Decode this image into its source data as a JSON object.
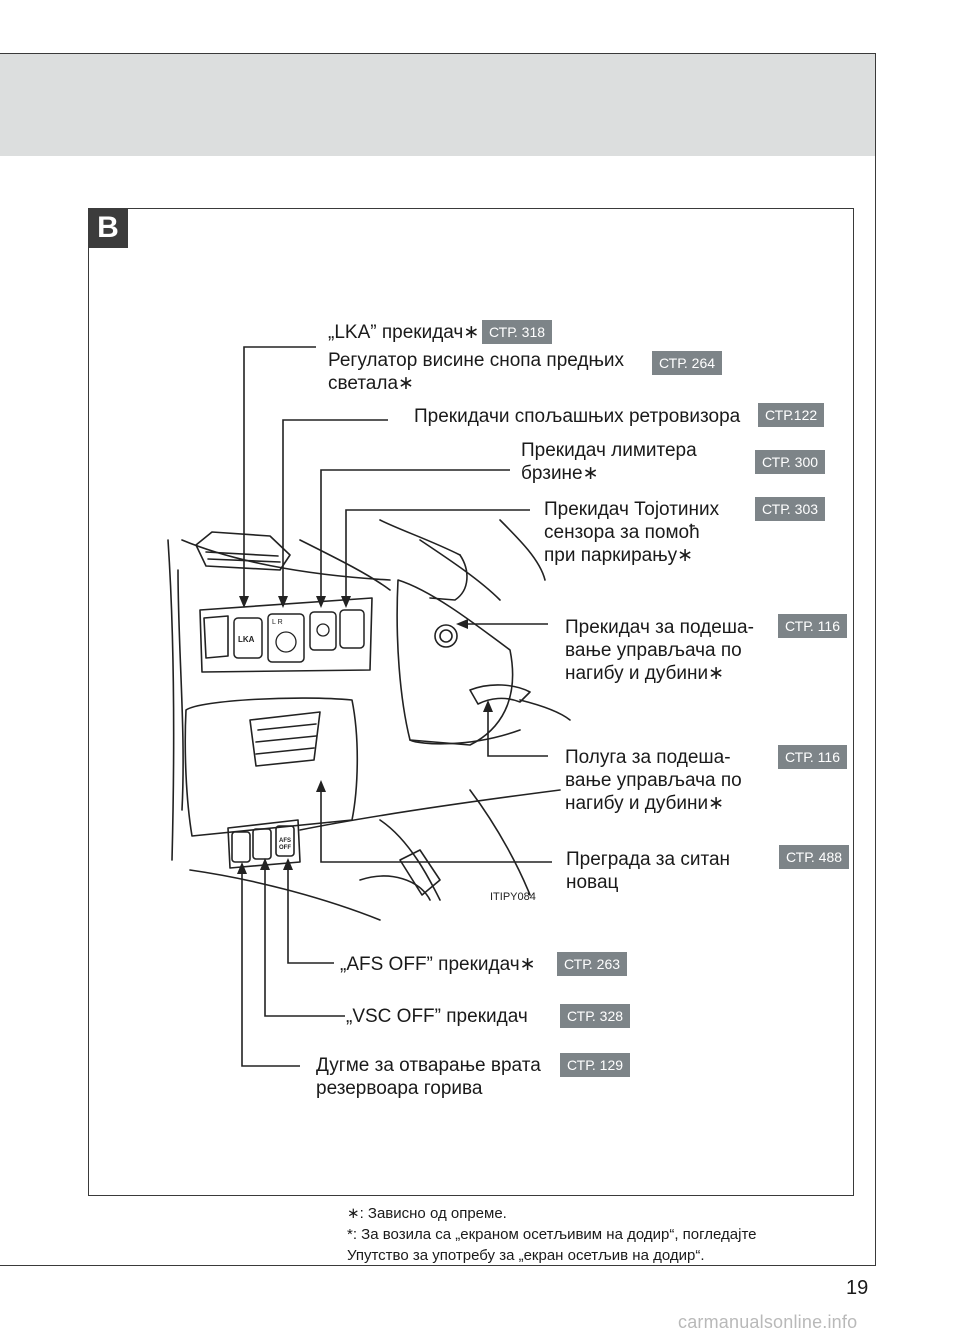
{
  "section": {
    "badge": "B"
  },
  "figure": {
    "code": "ITIPY084"
  },
  "callouts": [
    {
      "label": "„LKA” прекидач∗",
      "ref": "СТР. 318"
    },
    {
      "label": "Регулатор висине снопа предњих\nсветала∗",
      "ref": "СТР. 264"
    },
    {
      "label": "Прекидачи спољашњих ретровизора",
      "ref": "СТР.122"
    },
    {
      "label": "Прекидач лимитера\nбрзине∗",
      "ref": "СТР. 300"
    },
    {
      "label": "Прекидач Тојотиних\nсензора за помоћ\nпри паркирању∗",
      "ref": "СТР. 303"
    },
    {
      "label": "Прекидач за подеша-\nвање управљача по\nнагибу и дубини∗",
      "ref": "СТР. 116"
    },
    {
      "label": "Полуга за подеша-\nвање управљача по\nнагибу и дубини∗",
      "ref": "СТР. 116"
    },
    {
      "label": "Преграда за ситан\nновац",
      "ref": "СТР. 488"
    },
    {
      "label": "„AFS OFF” прекидач∗",
      "ref": "СТР. 263"
    },
    {
      "label": "„VSC OFF” прекидач",
      "ref": "СТР. 328"
    },
    {
      "label": "Дугме за отварање врата\nрезервоара горива",
      "ref": "СТР. 129"
    }
  ],
  "switch_labels": {
    "lka": "LKA",
    "afs": "AFS\nOFF",
    "mirror": "L  R"
  },
  "footnotes": [
    "∗: Зависно од опреме.",
    "*: За возила са „екраном осетљивим на додир“, погледајте",
    "Упутство за употребу за „екран осетљив на додир“."
  ],
  "page_number": "19",
  "watermark": "carmanualsonline.info"
}
